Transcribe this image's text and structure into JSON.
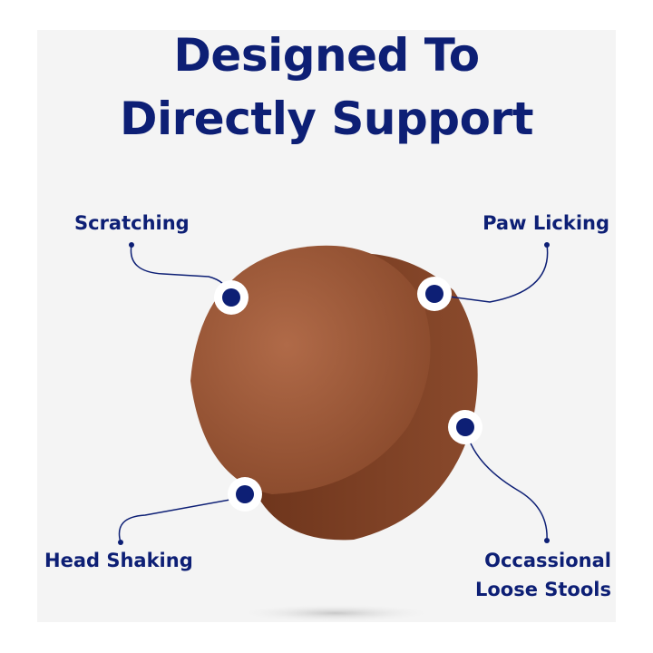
{
  "title": {
    "line1": "Designed To",
    "line2": "Directly Support"
  },
  "callouts": {
    "scratching": "Scratching",
    "paw_licking": "Paw Licking",
    "head_shaking": "Head Shaking",
    "loose_stools_line1": "Occassional",
    "loose_stools_line2": "Loose Stools"
  },
  "colors": {
    "accent": "#0d1f75",
    "panel": "#f4f4f4",
    "chew": "#8a4a2c"
  }
}
